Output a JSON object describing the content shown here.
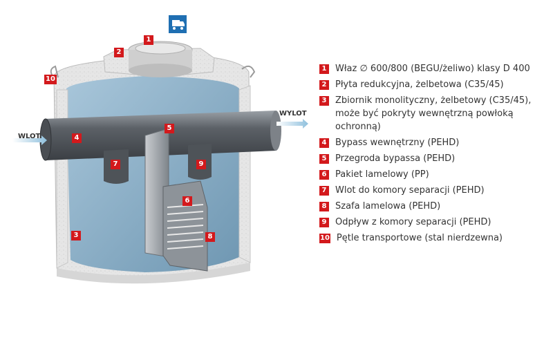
{
  "colors": {
    "accent_red": "#d3191c",
    "concrete": "#e4e4e4",
    "water_blue": "#8fb4cc",
    "pipe_gray": "#6d7278",
    "logo_blue": "#1f6fb2"
  },
  "truck_icon": "delivery-truck-icon",
  "flow": {
    "inlet": "WLOT",
    "outlet": "WYLOT"
  },
  "markers": [
    "1",
    "2",
    "3",
    "4",
    "5",
    "6",
    "7",
    "8",
    "9",
    "10"
  ],
  "legend": [
    {
      "num": "1",
      "text": "Właz ∅ 600/800 (BEGU/żeliwo) klasy D 400"
    },
    {
      "num": "2",
      "text": "Płyta redukcyjna, żelbetowa (C35/45)"
    },
    {
      "num": "3",
      "text": "Zbiornik monolityczny, żelbetowy (C35/45), może być pokryty wewnętrzną powłoką ochronną)"
    },
    {
      "num": "4",
      "text": "Bypass wewnętrzny (PEHD)"
    },
    {
      "num": "5",
      "text": "Przegroda bypassa (PEHD)"
    },
    {
      "num": "6",
      "text": "Pakiet lamelowy (PP)"
    },
    {
      "num": "7",
      "text": "Wlot do komory separacji (PEHD)"
    },
    {
      "num": "8",
      "text": "Szafa lamelowa (PEHD)"
    },
    {
      "num": "9",
      "text": "Odpływ z komory separacji (PEHD)"
    },
    {
      "num": "10",
      "text": "Pętle transportowe (stal nierdzewna)"
    }
  ]
}
